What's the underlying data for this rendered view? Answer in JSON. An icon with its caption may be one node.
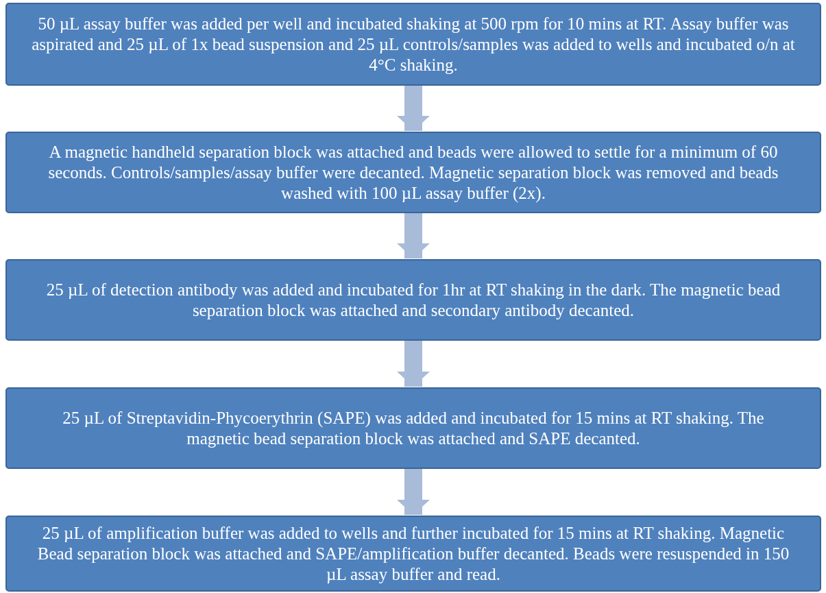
{
  "diagram": {
    "nodes": [
      {
        "text": [
          "50 µL assay buffer was added per well and incubated shaking at 500 rpm for 10 mins at RT. Assay buffer was aspirated and 25 µL of 1x bead suspension and 25 µL controls/samples was added to wells and incubated o/n at 4°C shaking."
        ]
      },
      {
        "text": [
          "A magnetic handheld separation block was attached and beads were allowed to settle for a minimum of 60 seconds. Controls/samples/assay buffer were decanted. Magnetic separation block was removed and beads washed with 100 µL assay buffer (2x)."
        ]
      },
      {
        "text": [
          "25 µL of detection antibody was added and incubated for 1hr at RT shaking in the dark. The magnetic bead separation block was attached and secondary antibody decanted."
        ]
      },
      {
        "text": [
          "25 µL of Streptavidin-Phycoerythrin (SAPE) was added and incubated for 15 mins at RT shaking. The magnetic bead separation block was attached and SAPE decanted."
        ]
      },
      {
        "text": [
          "25 µL of amplification buffer was added to wells and further incubated for 15 mins at RT shaking. Magnetic Bead separation block was attached and SAPE/amplification buffer decanted. Beads were resuspended in 150 µL assay buffer and read."
        ]
      }
    ],
    "edges": [
      {
        "from": 0,
        "to": 1,
        "arrow": "to"
      },
      {
        "from": 1,
        "to": 2,
        "arrow": "to"
      },
      {
        "from": 2,
        "to": 3,
        "arrow": "to"
      },
      {
        "from": 3,
        "to": 4,
        "arrow": "to"
      }
    ]
  }
}
